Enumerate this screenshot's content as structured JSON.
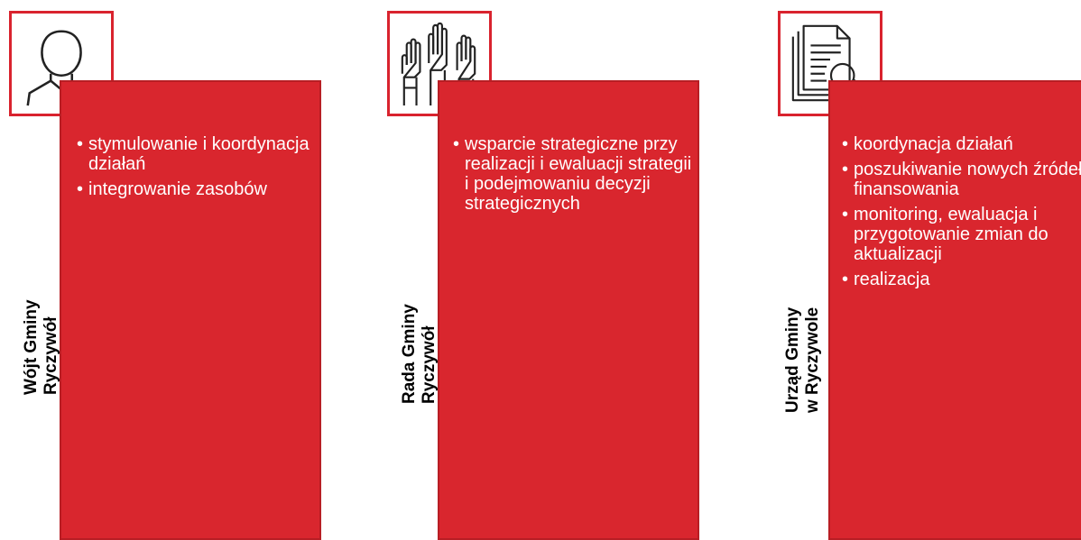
{
  "colors": {
    "accent": "#d9262e",
    "border": "#d9232e"
  },
  "panels": [
    {
      "icon": "person-icon",
      "label_lines": [
        "Wójt Gminy",
        "Ryczywół"
      ],
      "bullets": [
        "stymulowanie i koordynacja działań",
        "integrowanie zasobów"
      ]
    },
    {
      "icon": "raised-hands-icon",
      "label_lines": [
        "Rada Gminy",
        "Ryczywół"
      ],
      "bullets": [
        "wsparcie strategiczne przy realizacji i ewaluacji strategii i podejmowaniu decyzji strategicznych"
      ]
    },
    {
      "icon": "document-magnifier-icon",
      "label_lines": [
        "Urząd Gminy",
        "w Ryczywole"
      ],
      "bullets": [
        "koordynacja działań",
        "poszukiwanie nowych źródeł finansowania",
        "monitoring, ewaluacja i przygotowanie zmian do aktualizacji",
        "realizacja"
      ]
    }
  ]
}
